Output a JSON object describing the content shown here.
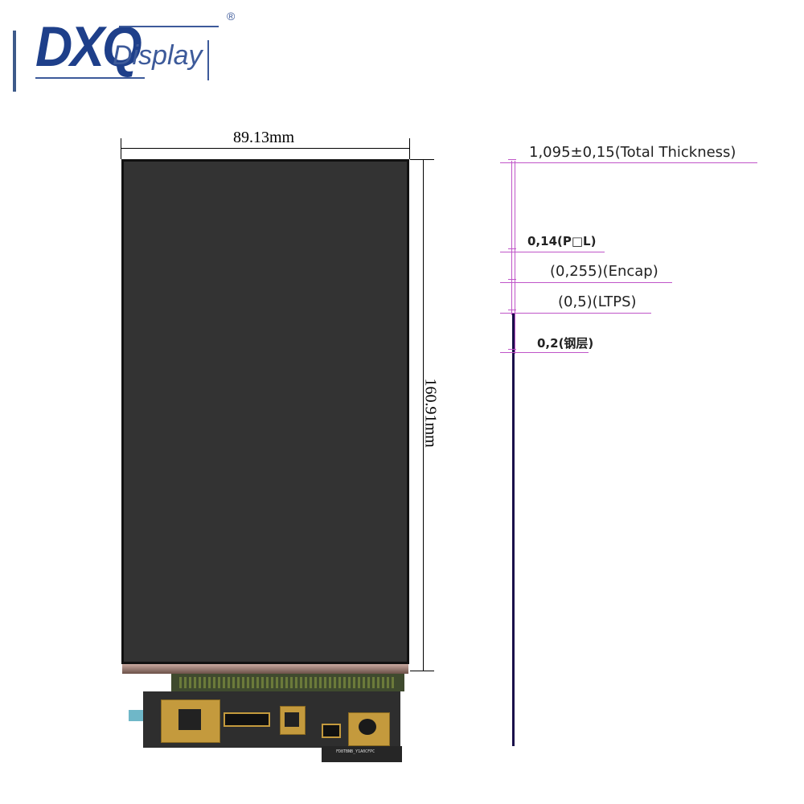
{
  "logo": {
    "brand": "DXQ",
    "subtitle": "Display",
    "registered": "®"
  },
  "dimensions": {
    "width_label": "89.13mm",
    "height_label": "160.91mm"
  },
  "thickness": {
    "total": "1,095±0,15(Total Thickness)",
    "layers": [
      {
        "label": "0,14(P□L)",
        "bold": true
      },
      {
        "label": "(0,255)(Encap)",
        "bold": false
      },
      {
        "label": "(0,5)(LTPS)",
        "bold": false
      },
      {
        "label": "0,2(钢层)",
        "bold": true
      }
    ]
  },
  "fpc": {
    "caption": "FD8TBNB_Y1A0CFPC"
  },
  "colors": {
    "brand_blue": "#1e3f8a",
    "annotation_magenta": "#c055c8",
    "panel_face": "#333333",
    "fpc_gold": "#c49a3d"
  }
}
